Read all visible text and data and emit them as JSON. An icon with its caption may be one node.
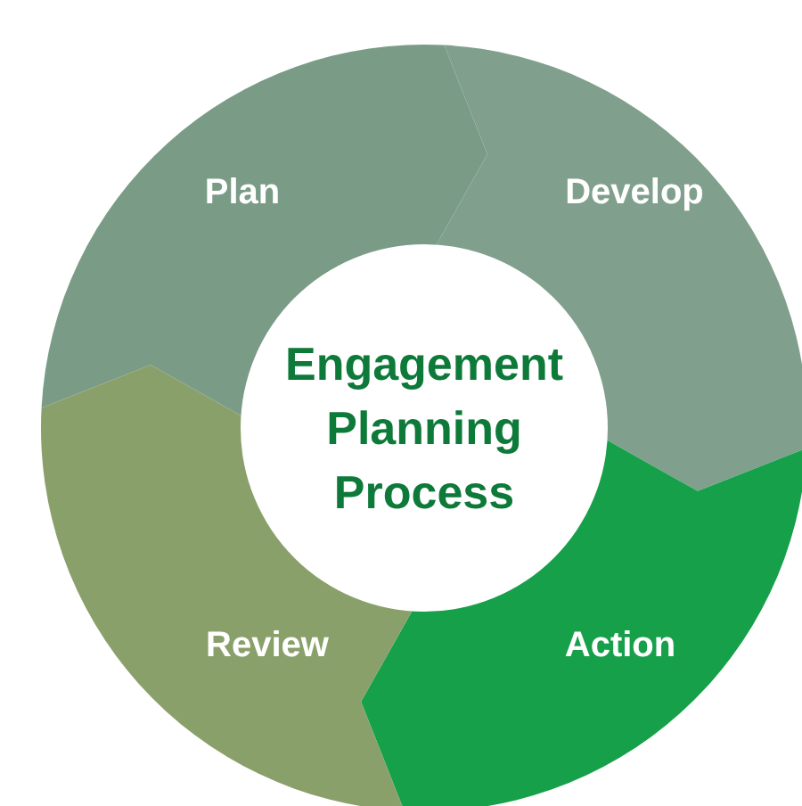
{
  "diagram": {
    "nodes": [
      {
        "text": [
          "Engagement Planning Process"
        ]
      },
      {
        "text": [
          "Plan"
        ]
      },
      {
        "text": [
          "Develop"
        ]
      },
      {
        "text": [
          "Action"
        ]
      },
      {
        "text": [
          "Review"
        ]
      }
    ]
  }
}
